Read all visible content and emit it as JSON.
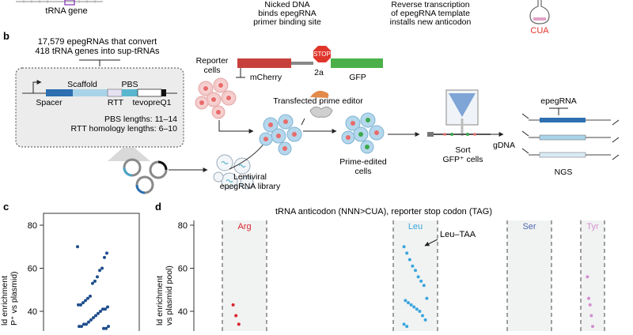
{
  "top": {
    "trna_gene_label": "tRNA gene",
    "nicked_dna_lines": [
      "Nicked DNA",
      "binds epegRNA",
      "primer binding site"
    ],
    "reverse_tx_lines": [
      "Reverse transcription",
      "of epegRNA template",
      "installs new anticodon"
    ],
    "anticodon_label": "CUA"
  },
  "panel_b": {
    "panel_letter": "b",
    "library_lines": [
      "17,579 epegRNAs that convert",
      "418 tRNA genes into sup-tRNAs"
    ],
    "scaffold_label": "Scaffold",
    "pbs_label": "PBS",
    "spacer_label": "Spacer",
    "rtt_label": "RTT",
    "tevopreq_label": "tevopreQ1",
    "pbs_lengths": "PBS lengths: 11–14",
    "rtt_lengths": "RTT homology lengths: 6–10",
    "reporter_lines": [
      "Reporter",
      "cells"
    ],
    "stop_sign": "STOP",
    "linker_label": "2a",
    "mcherry_label": "mCherry",
    "gfp_label": "GFP",
    "transfected_label": "Transfected prime editor",
    "lentiviral_lines": [
      "Lentiviral",
      "epegRNA library"
    ],
    "prime_edited_lines": [
      "Prime-edited",
      "cells"
    ],
    "sort_lines": [
      "Sort",
      "GFP⁺ cells"
    ],
    "gdna_label": "gDNA",
    "epegrna_label": "epegRNA",
    "ngs_label": "NGS",
    "colors": {
      "mcherry": "#c8403c",
      "gfp": "#4bb04a",
      "stop": "#e0352b",
      "spacer": "#2d6fb0",
      "pbs": "#5ab6cf",
      "scaffold": "#a9d3e8",
      "rtt": "#d9ecf6"
    }
  },
  "panel_c": {
    "panel_letter": "c",
    "ylabel_lines": [
      "ld enrichment",
      "P⁺ vs plasmid)"
    ],
    "chart_data": {
      "type": "scatter",
      "ylim_visible": [
        30,
        85
      ],
      "yticks": [
        40,
        60,
        80
      ],
      "points_y": [
        70,
        67,
        65,
        60,
        59,
        56,
        54,
        53,
        47,
        46,
        45,
        44,
        43,
        43,
        42,
        41,
        41,
        40,
        39,
        38,
        37,
        36,
        35,
        34,
        34,
        33,
        33,
        33,
        32,
        32
      ]
    }
  },
  "panel_d": {
    "panel_letter": "d",
    "title": "tRNA anticodon (NNN>CUA), reporter stop codon (TAG)",
    "ylabel_lines": [
      "ld enrichment",
      "vs plasmid pool)"
    ],
    "annotation": "Leu–TAA",
    "chart_data": {
      "type": "scatter",
      "yticks": [
        40,
        60,
        80
      ],
      "groups": [
        {
          "name": "Arg",
          "color": "#d9232d",
          "values": [
            43,
            38,
            34
          ]
        },
        {
          "name": "Leu",
          "color": "#3aa6dd",
          "values": [
            70,
            67,
            64,
            61,
            59,
            56,
            54,
            52,
            46,
            45,
            44,
            43,
            42,
            41,
            40,
            38,
            36,
            34,
            33
          ]
        },
        {
          "name": "Ser",
          "color": "#4f67b0",
          "values": []
        },
        {
          "name": "Tyr",
          "color": "#d38fd0",
          "values": [
            56,
            46,
            43,
            38,
            33
          ]
        }
      ]
    }
  }
}
